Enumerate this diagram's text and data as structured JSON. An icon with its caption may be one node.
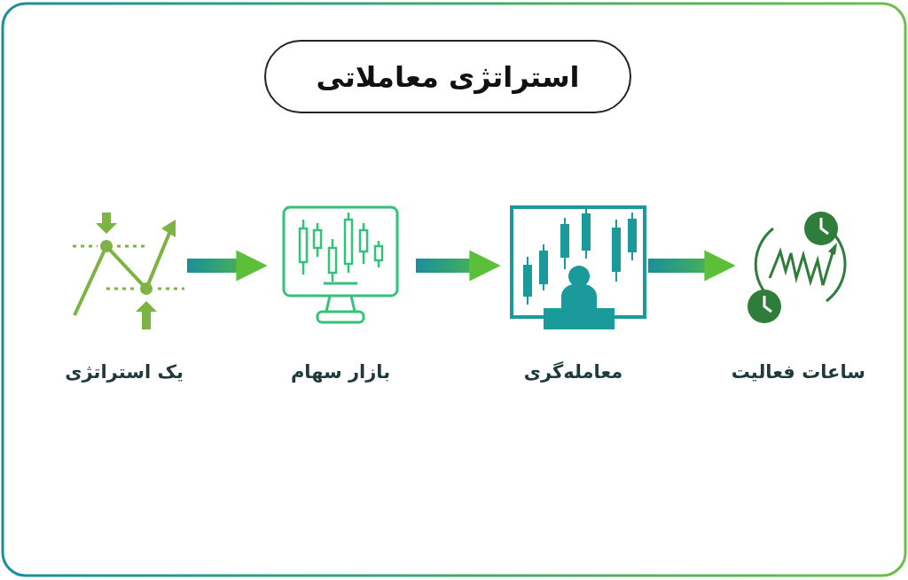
{
  "diagram": {
    "title": "استراتژی معاملاتی",
    "nodes": [
      {
        "text": [
          "یک استراتژی"
        ]
      },
      {
        "text": [
          "بازار سهام"
        ]
      },
      {
        "text": [
          "معامله‌گری"
        ]
      },
      {
        "text": [
          "ساعات فعالیت"
        ]
      }
    ],
    "edges": [
      {
        "from": 0,
        "to": 1,
        "arrow": "to"
      },
      {
        "from": 1,
        "to": 2,
        "arrow": "to"
      },
      {
        "from": 2,
        "to": 3,
        "arrow": "to"
      }
    ]
  }
}
